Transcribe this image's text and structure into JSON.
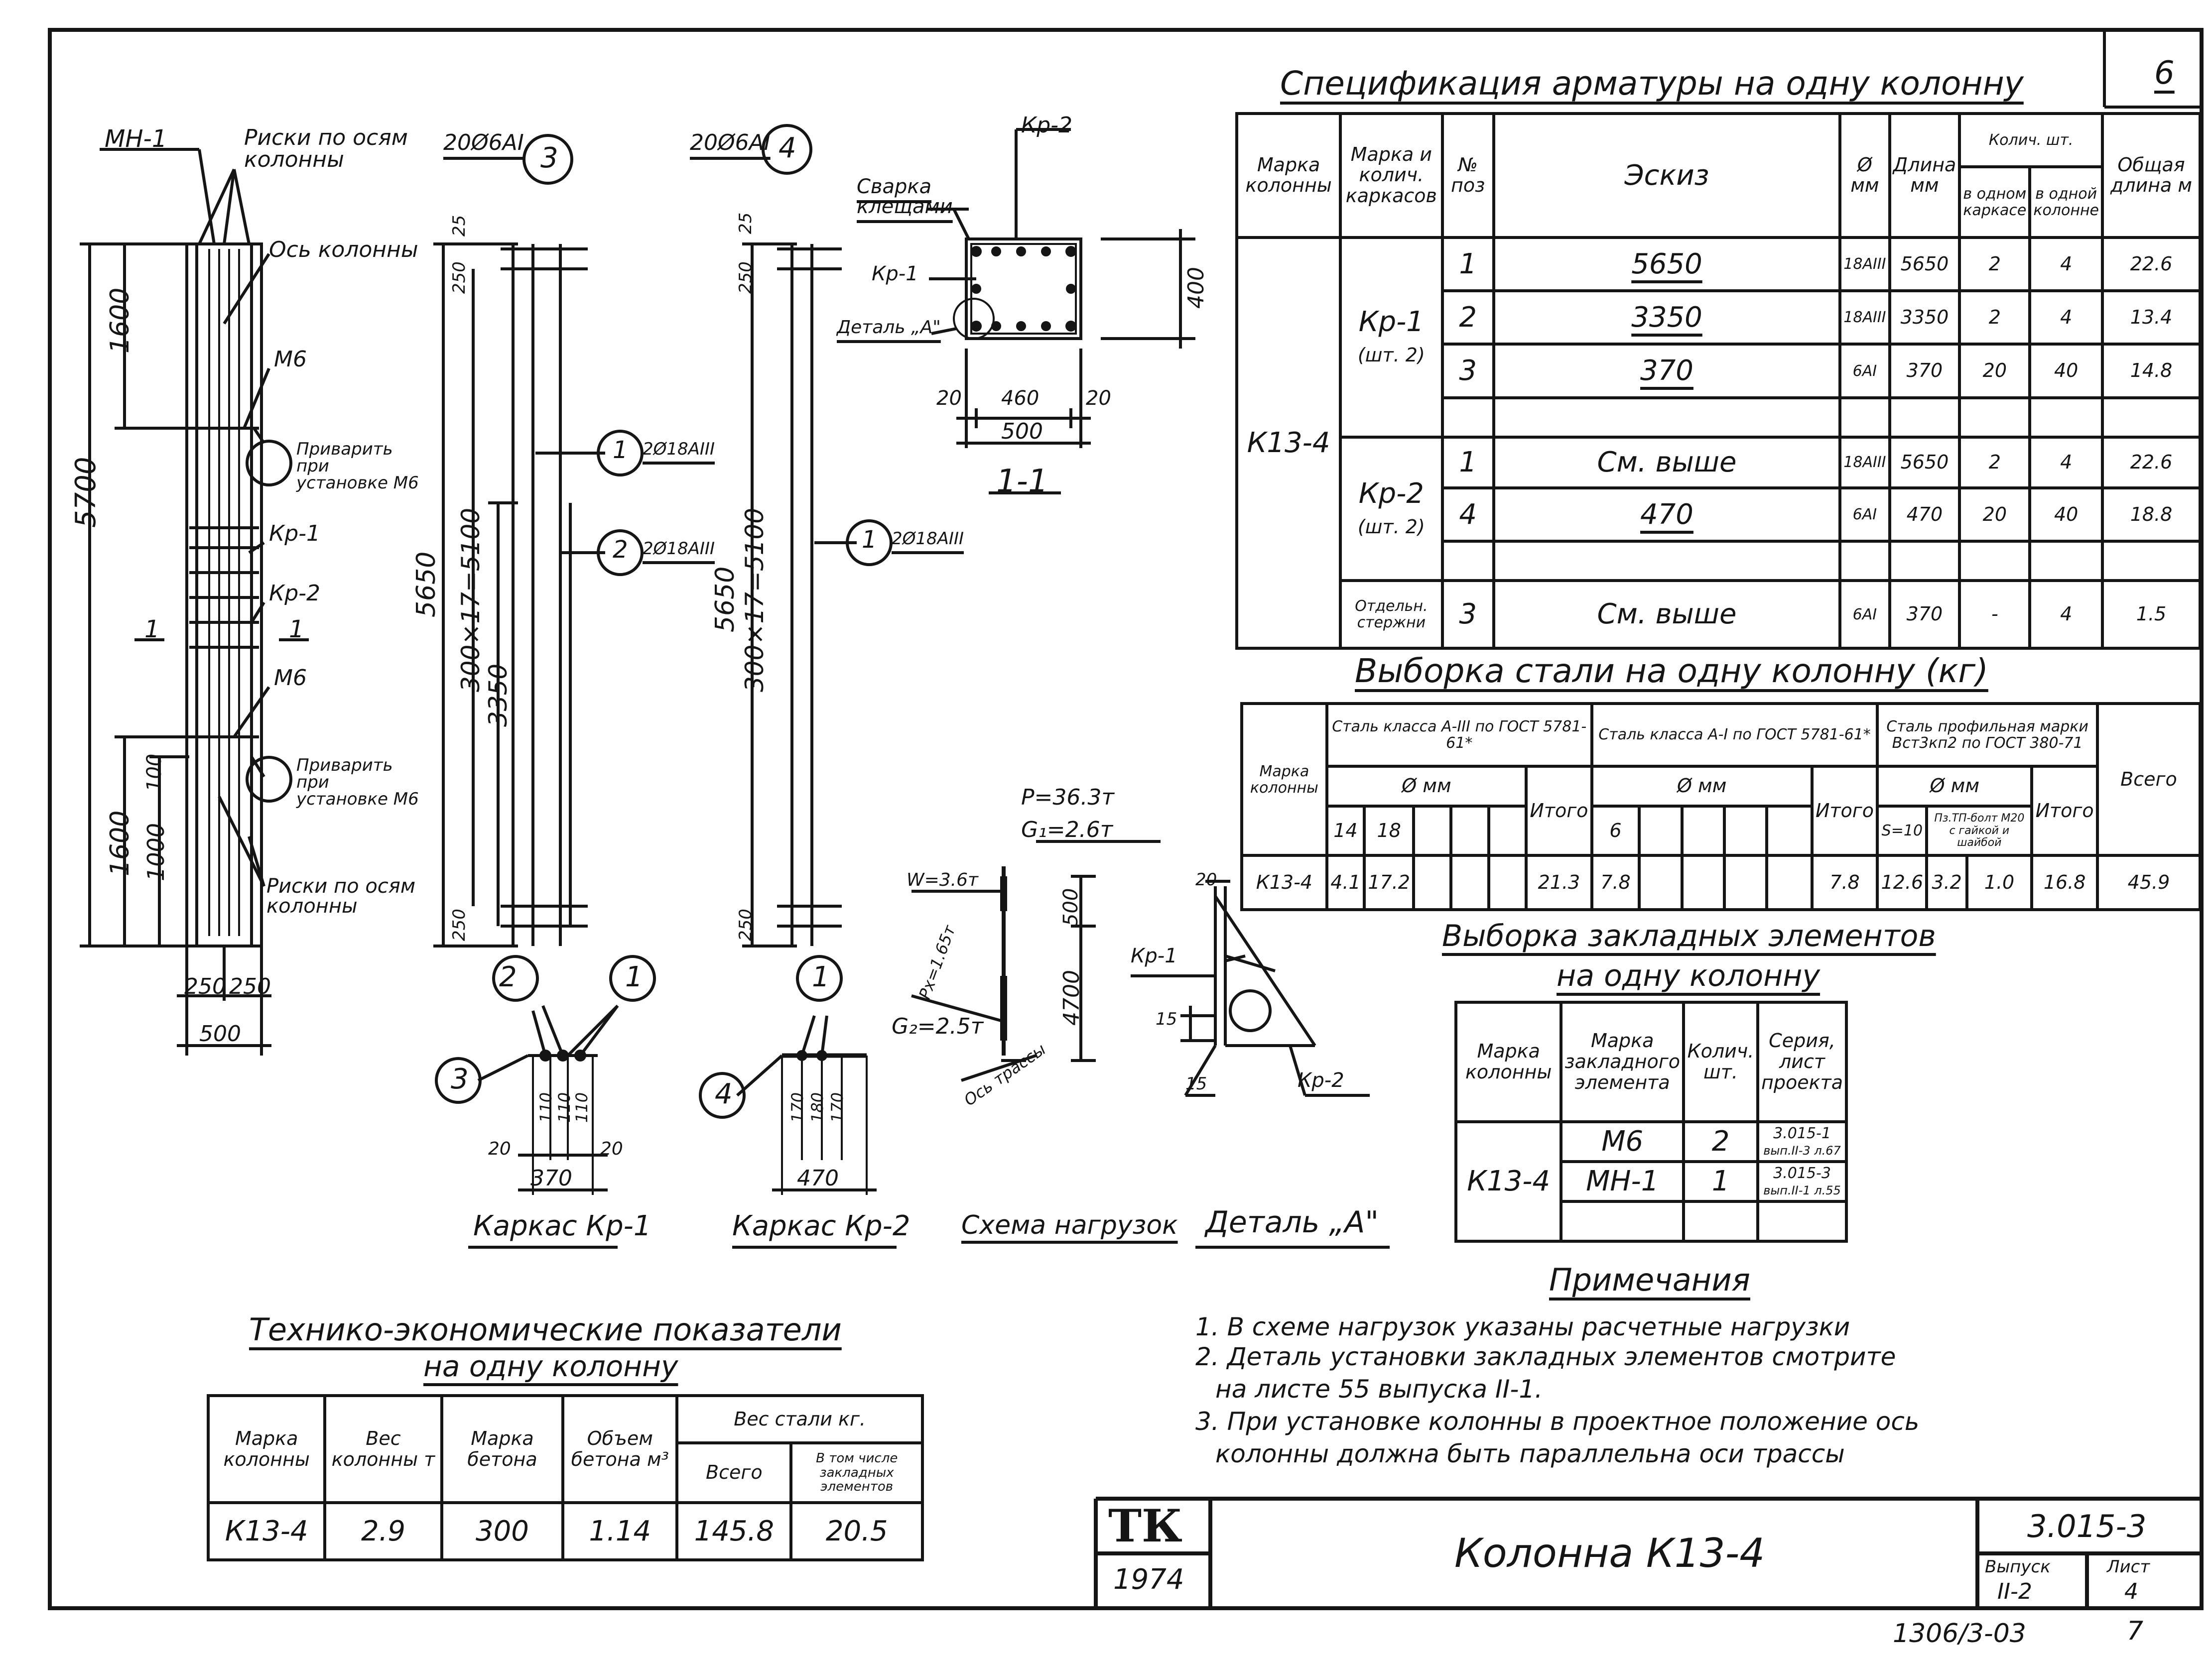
{
  "sheet_number": "6",
  "spec": {
    "title": "Спецификация арматуры на одну колонну",
    "headers": {
      "mark": "Марка колонны",
      "cage": "Марка и колич. каркасов",
      "pos": "№ поз",
      "sketch": "Эскиз",
      "dia": "Ø мм",
      "len": "Длина мм",
      "qty": "Колич. шт.",
      "qty_cage": "в одном каркасе",
      "qty_col": "в одной колонне",
      "total": "Общая длина м"
    },
    "column_mark": "К13-4",
    "cage1": "Кр-1",
    "cage1_qty": "(шт. 2)",
    "cage2": "Кр-2",
    "cage2_qty": "(шт. 2)",
    "separate": "Отдельн. стержни",
    "rows": [
      {
        "pos": "1",
        "sketch": "5650",
        "dia": "18АIII",
        "len": "5650",
        "c1": "2",
        "c2": "4",
        "total": "22.6"
      },
      {
        "pos": "2",
        "sketch": "3350",
        "dia": "18АIII",
        "len": "3350",
        "c1": "2",
        "c2": "4",
        "total": "13.4"
      },
      {
        "pos": "3",
        "sketch": "370",
        "dia": "6АI",
        "len": "370",
        "c1": "20",
        "c2": "40",
        "total": "14.8"
      },
      {
        "pos": "1",
        "sketch": "См. выше",
        "dia": "18АIII",
        "len": "5650",
        "c1": "2",
        "c2": "4",
        "total": "22.6"
      },
      {
        "pos": "4",
        "sketch": "470",
        "dia": "6АI",
        "len": "470",
        "c1": "20",
        "c2": "40",
        "total": "18.8"
      },
      {
        "pos": "3",
        "sketch": "См. выше",
        "dia": "6АI",
        "len": "370",
        "c1": "-",
        "c2": "4",
        "total": "1.5"
      }
    ]
  },
  "steel": {
    "title": "Выборка стали на одну колонну (кг)",
    "mark": "Марка колонны",
    "g1": "Сталь класса А-III по ГОСТ 5781-61*",
    "g2": "Сталь класса А-I по ГОСТ 5781-61*",
    "g3": "Сталь профильная марки Вст3кп2 по ГОСТ 380-71",
    "phi": "Ø мм",
    "d14": "14",
    "d18": "18",
    "d6": "6",
    "s10": "S=10",
    "bolt": "Пз.ТП-болт М20 с гайкой и шайбой",
    "itogo": "Итого",
    "vsego": "Всего",
    "row": {
      "mark": "К13-4",
      "v14": "4.1",
      "v18": "17.2",
      "it1": "21.3",
      "v6": "7.8",
      "it2": "7.8",
      "s10": "12.6",
      "b": "3.2",
      "x": "1.0",
      "it3": "16.8",
      "all": "45.9"
    }
  },
  "embedded": {
    "title1": "Выборка закладных элементов",
    "title2": "на одну колонну",
    "h_mark": "Марка колонны",
    "h_elem": "Марка закладного элемента",
    "h_qty": "Колич. шт.",
    "h_series": "Серия, лист проекта",
    "mark": "К13-4",
    "rows": [
      {
        "elem": "М6",
        "qty": "2",
        "series1": "3.015-1",
        "series2": "вып.II-3 л.67"
      },
      {
        "elem": "МН-1",
        "qty": "1",
        "series1": "3.015-3",
        "series2": "вып.II-1 л.55"
      }
    ]
  },
  "tech": {
    "title1": "Технико-экономические показатели",
    "title2": "на одну колонну",
    "h_mark": "Марка колонны",
    "h_weight": "Вес колонны т",
    "h_concrete": "Марка бетона",
    "h_volume": "Объем бетона м³",
    "h_steel": "Вес стали кг.",
    "h_total": "Всего",
    "h_emb": "В том числе закладных элементов",
    "row": {
      "mark": "К13-4",
      "weight": "2.9",
      "concrete": "300",
      "volume": "1.14",
      "total": "145.8",
      "emb": "20.5"
    }
  },
  "notes": {
    "title": "Примечания",
    "items": [
      "1. В схеме нагрузок указаны расчетные нагрузки",
      "2. Деталь установки закладных элементов смотрите",
      "на листе 55 выпуска II-1.",
      "3. При установке колонны в проектное положение ось",
      "колонны должна быть параллельна оси трассы"
    ]
  },
  "titleblock": {
    "logo": "ТК",
    "year": "1974",
    "name": "Колонна К13-4",
    "series": "3.015-3",
    "issue_label": "Выпуск",
    "issue": "II-2",
    "sheet_label": "Лист",
    "sheet": "4",
    "bottom_code": "1306/3-03",
    "bottom_num": "7"
  },
  "drawing": {
    "mn1": "МН-1",
    "risks_top": "Риски по осям колонны",
    "axis": "Ось колонны",
    "m6": "М6",
    "weld1": "Приварить при установке М6",
    "kr1": "Кр-1",
    "kr2": "Кр-2",
    "risks_bottom": "Риски по осям колонны",
    "dim5700": "5700",
    "dim1600a": "1600",
    "dim1600b": "1600",
    "dim1000": "1000",
    "dim100": "100",
    "dim250a": "250",
    "dim250b": "250",
    "dim500": "500",
    "cut": "1",
    "rebar3": "20Ø6АI",
    "rebar4": "20Ø6АI",
    "bar1": "2Ø18АIII",
    "bar2": "2Ø18АIII",
    "bar1b": "2Ø18АIII",
    "dim5650": "5650",
    "dim5650b": "5650",
    "dim3350": "3350",
    "dim300x17": "300×17=5100",
    "dim300x17b": "300×17=5100",
    "dim25": "25",
    "dim250": "250",
    "section_title": "1-1",
    "weld_clamp": "Сварка клещами",
    "detail_a": "Деталь „А\"",
    "dim400": "400",
    "dim460": "460",
    "dim20": "20",
    "dim500b": "500",
    "load_p": "P=36.3т",
    "load_g1": "G₁=2.6т",
    "load_w": "W=3.6т",
    "load_px": "Px=1.65т",
    "load_g2": "G₂=2.5т",
    "route_axis": "Ось трассы",
    "dim4700": "4700",
    "dim50": "500",
    "dim15": "15",
    "dim15b": "15",
    "cap_kr1": "Каркас Кр-1",
    "cap_kr2": "Каркас Кр-2",
    "cap_loads": "Схема нагрузок",
    "cap_detail": "Деталь „А\"",
    "dim370": "370",
    "dim470": "470",
    "dim110": "110",
    "dim170": "170",
    "dim180": "180",
    "c1": "1",
    "c2": "2",
    "c3": "3",
    "c4": "4"
  }
}
